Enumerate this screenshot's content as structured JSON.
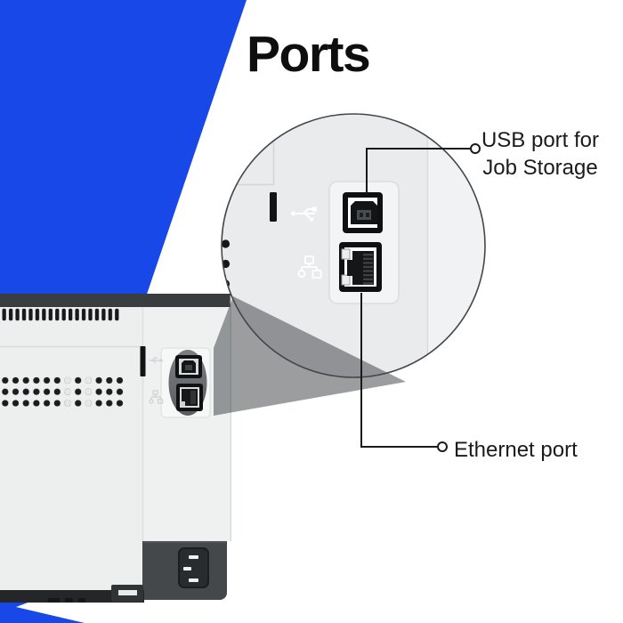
{
  "title": "Ports",
  "callouts": {
    "usb": {
      "line1": "USB port for",
      "line2": "Job Storage"
    },
    "ethernet": {
      "label": "Ethernet port"
    }
  },
  "icons": {
    "usb": "usb-trident-icon",
    "network": "ethernet-network-icon",
    "power": "power-inlet"
  },
  "colors": {
    "brand_blue": "#1848E8",
    "callout_line": "#1a1a1a",
    "circle_fill": "#eaebec",
    "printer_dark": "#3a3d40",
    "port_black": "#0f1012"
  }
}
